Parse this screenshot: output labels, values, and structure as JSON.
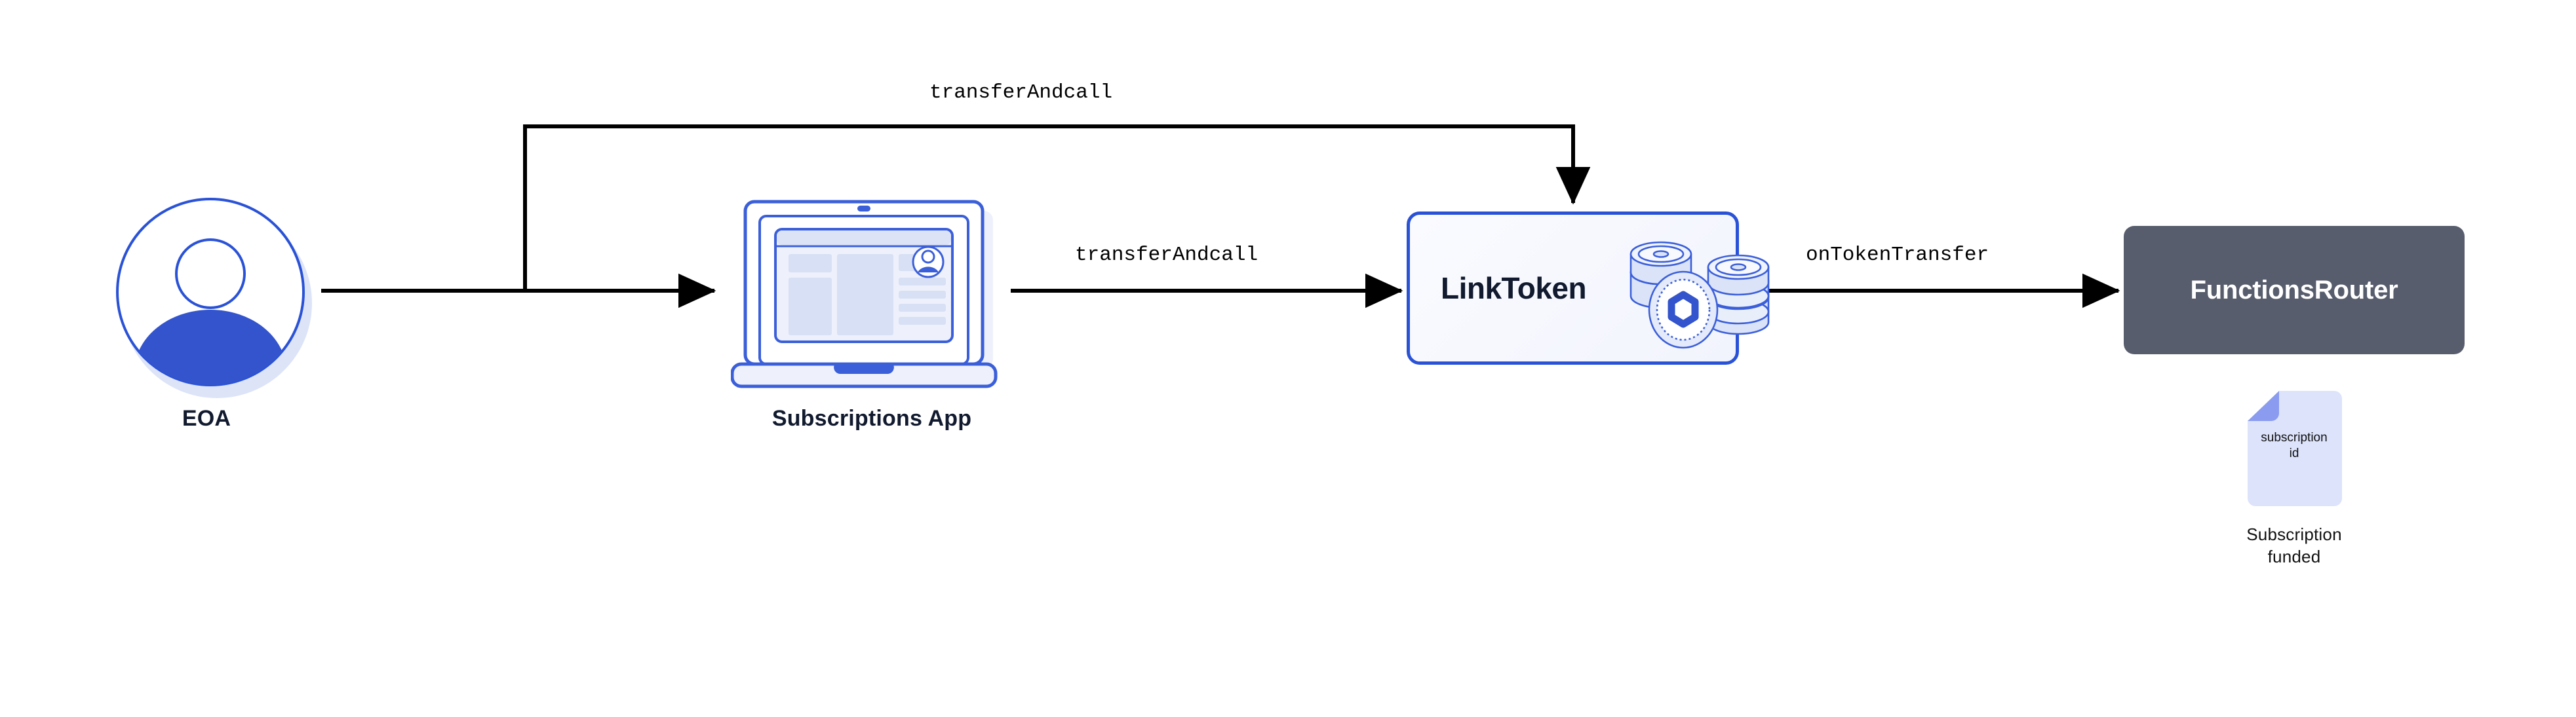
{
  "diagram": {
    "title": "Chainlink Functions subscription funding flow",
    "background": "#ffffff",
    "colors": {
      "accent_blue": "#2a52d6",
      "light_blue_fill": "#e3e9fb",
      "dark_navy_text": "#111a2e",
      "router_box": "#575d6c",
      "doc_fill": "#dce3fb",
      "doc_fold": "#8b9bef",
      "edge_stroke": "#000000"
    }
  },
  "nodes": {
    "eoa": {
      "label": "EOA",
      "icon": "user-avatar-icon"
    },
    "subscriptions_app": {
      "label": "Subscriptions App",
      "icon": "laptop-icon"
    },
    "link_token": {
      "label": "LinkToken",
      "icon": "link-coins-icon"
    },
    "functions_router": {
      "label": "FunctionsRouter"
    },
    "subscription_doc": {
      "doc_line_1": "subscription",
      "doc_line_2": "id",
      "caption_line_1": "Subscription",
      "caption_line_2": "funded",
      "icon": "document-icon"
    }
  },
  "edges": [
    {
      "id": "eoa-to-linktoken-top",
      "label": "transferAndcall",
      "from": "eoa",
      "to": "link_token",
      "style": "orthogonal"
    },
    {
      "id": "app-to-linktoken",
      "label": "transferAndcall",
      "from": "subscriptions_app",
      "to": "link_token",
      "style": "straight"
    },
    {
      "id": "linktoken-to-router",
      "label": "onTokenTransfer",
      "from": "link_token",
      "to": "functions_router",
      "style": "straight"
    },
    {
      "id": "eoa-to-app",
      "label": "",
      "from": "eoa",
      "to": "subscriptions_app",
      "style": "straight"
    }
  ]
}
